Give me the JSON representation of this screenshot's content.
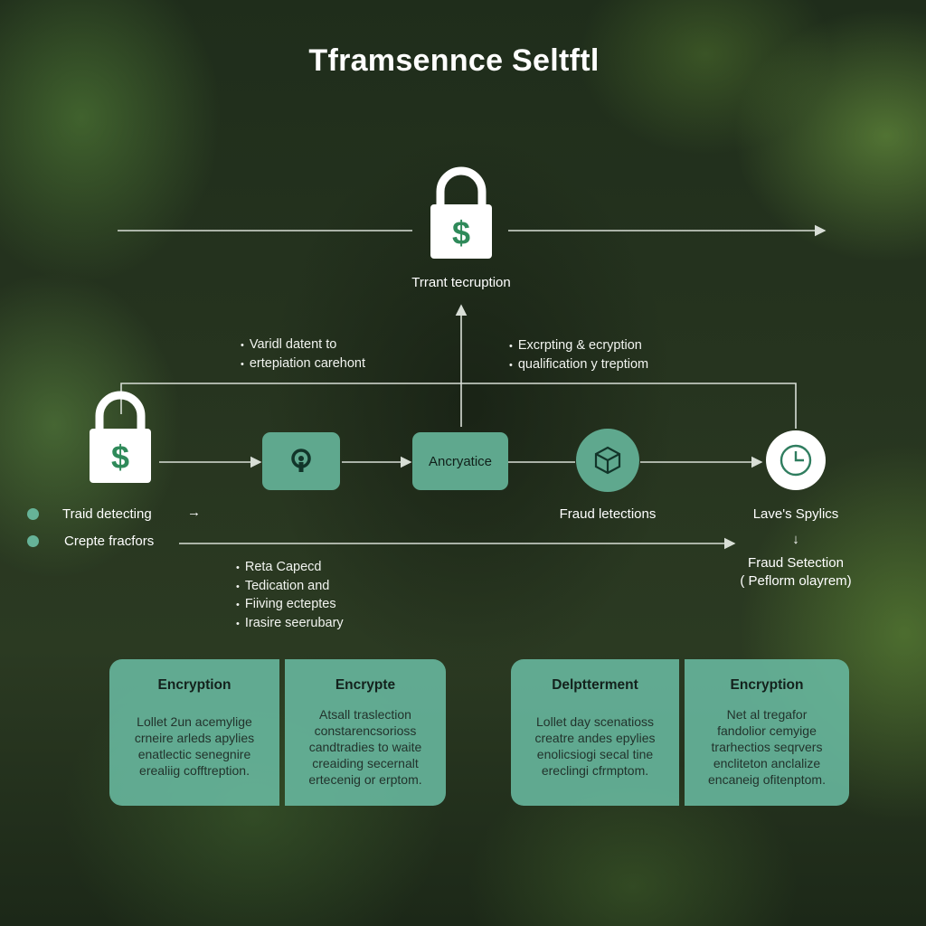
{
  "title": "Tframsennce Seltftl",
  "colors": {
    "accent": "#5fa88e",
    "card": "#69b9a0",
    "dot": "#66b398",
    "line": "#d8ded6"
  },
  "top_node": {
    "icon": "lock-dollar-icon",
    "label": "Trrant tecruption"
  },
  "annotations": {
    "left": [
      "Varidl datent to",
      "ertepiation carehont"
    ],
    "right": [
      "Excrpting & ecryption",
      "qualification y treptiom"
    ],
    "lower": [
      "Reta Capecd",
      "Tedication and",
      "Fiiving ecteptes",
      "Irasire seerubary"
    ]
  },
  "flow": {
    "start": {
      "icon": "lock-dollar-icon"
    },
    "step1": {
      "icon": "keyhole-icon"
    },
    "step2": {
      "label": "Ancryatice"
    },
    "step3": {
      "icon": "cube-icon",
      "label": "Fraud letections"
    },
    "end": {
      "icon": "clock-icon",
      "label": "Lave's Spylics"
    }
  },
  "legend": [
    {
      "label": "Traid detecting",
      "arrow": "→"
    },
    {
      "label": "Crepte fracfors"
    }
  ],
  "right_result": {
    "arrow": "↓",
    "title": "Fraud Setection",
    "subtitle": "( Peflorm olayrem)"
  },
  "cards": [
    {
      "title": "Encryption",
      "lines": [
        "Lollet 2un acemylige",
        "crneire arleds apylies",
        "enatlectic senegnire",
        "erealiig cofftreption."
      ]
    },
    {
      "title": "Encrypte",
      "lines": [
        "Atsall traslection",
        "constarencsorioss",
        "candtradies to waite",
        "creaiding secernalt",
        "ertecenig or erptom."
      ]
    },
    {
      "title": "Delptterment",
      "lines": [
        "Lollet day scenatioss",
        "creatre andes epylies",
        "enolicsiogi secal tine",
        "ereclingi cfrmptom."
      ]
    },
    {
      "title": "Encryption",
      "lines": [
        "Net al tregafor",
        "fandolior cemyige",
        "trarhectios seqrvers",
        "encliteton anclalize",
        "encaneig ofitenptom."
      ]
    }
  ]
}
